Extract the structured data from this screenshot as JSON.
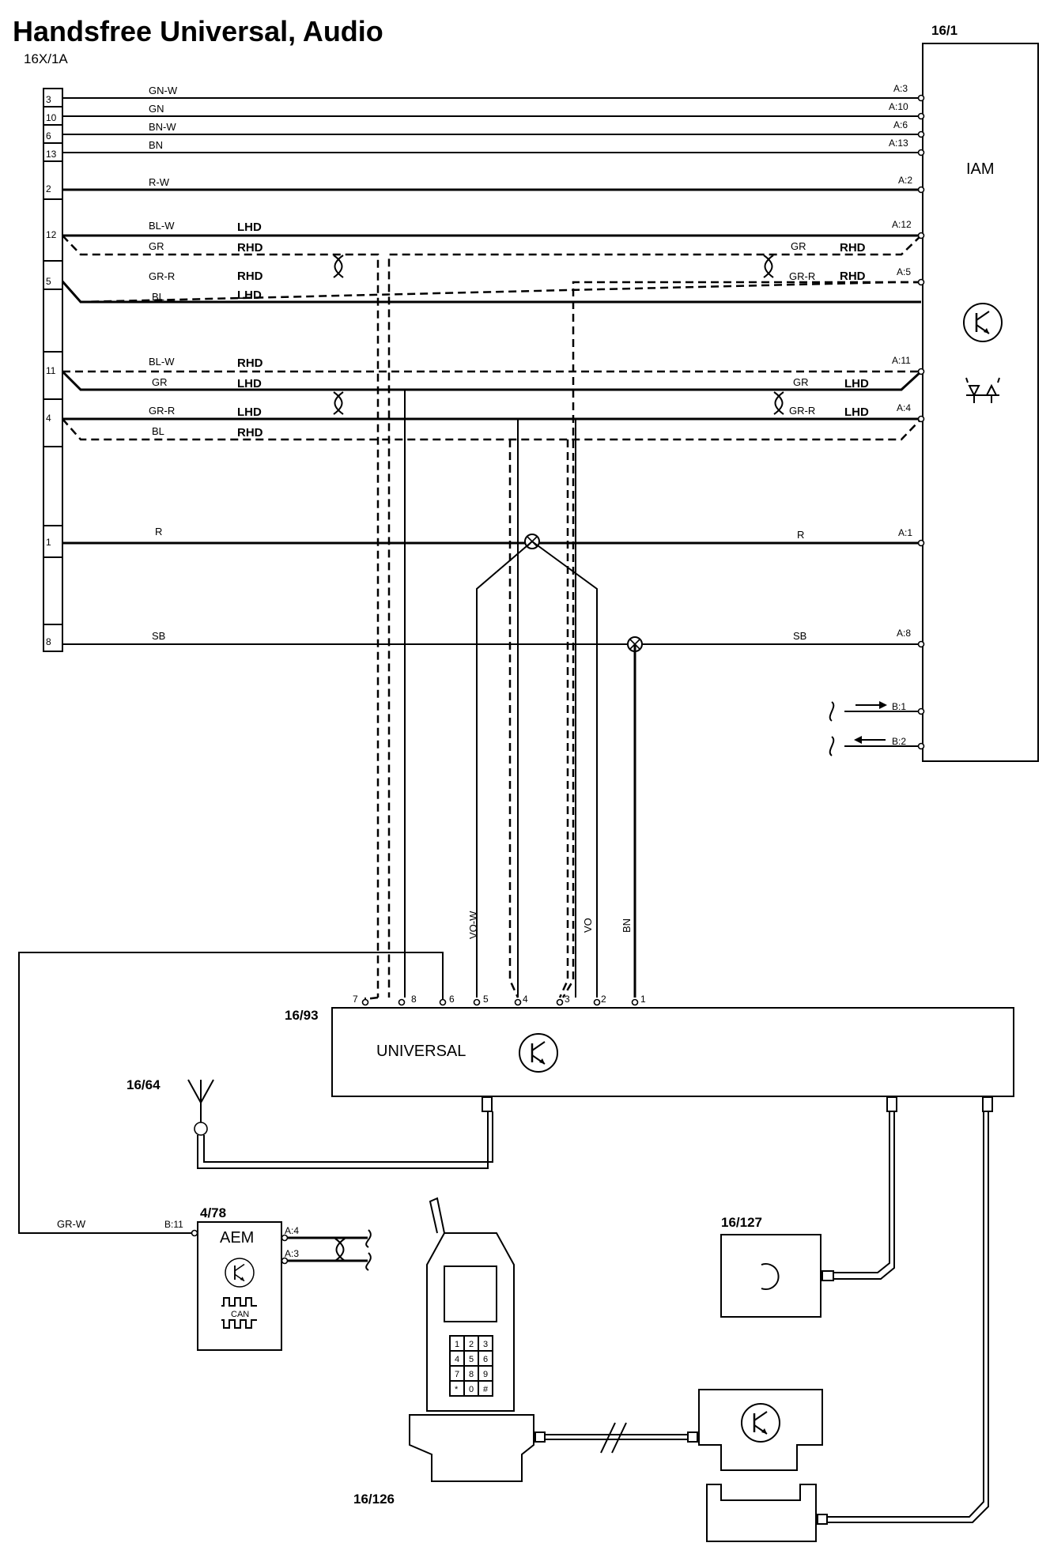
{
  "title": "Handsfree Universal, Audio",
  "connector": {
    "id": "16X/1A",
    "pins": [
      "3",
      "10",
      "6",
      "13",
      "2",
      "12",
      "5",
      "11",
      "4",
      "1",
      "8"
    ]
  },
  "iam": {
    "id": "16/1",
    "label": "IAM"
  },
  "universal": {
    "id": "16/93",
    "label": "UNIVERSAL",
    "pins": [
      "7",
      "8",
      "6",
      "5",
      "4",
      "3",
      "2",
      "1"
    ]
  },
  "aem": {
    "id": "4/78",
    "label": "AEM",
    "bus": "CAN",
    "pin_in": "B:11",
    "pins_out": [
      "A:4",
      "A:3"
    ]
  },
  "antenna": {
    "id": "16/64"
  },
  "microphone": {
    "id": "16/127"
  },
  "phone_cradle": {
    "id": "16/126"
  },
  "phone_keys": [
    "1",
    "2",
    "3",
    "4",
    "5",
    "6",
    "7",
    "8",
    "9",
    "*",
    "0",
    "#"
  ],
  "harness": {
    "top_wires": [
      {
        "color": "GN-W",
        "from_pin": "3",
        "to_pin": "A:3"
      },
      {
        "color": "GN",
        "from_pin": "10",
        "to_pin": "A:10"
      },
      {
        "color": "BN-W",
        "from_pin": "6",
        "to_pin": "A:6"
      },
      {
        "color": "BN",
        "from_pin": "13",
        "to_pin": "A:13"
      },
      {
        "color": "R-W",
        "from_pin": "2",
        "to_pin": "A:2"
      }
    ],
    "pair_a": {
      "pins": [
        "12",
        "5"
      ],
      "iam_pins": [
        "A:12",
        "A:5"
      ],
      "rows": [
        {
          "color": "BL-W",
          "variant": "LHD"
        },
        {
          "color": "GR",
          "variant": "RHD"
        },
        {
          "color": "GR-R",
          "variant": "RHD"
        },
        {
          "color": "BL",
          "variant": "LHD"
        }
      ],
      "right_labels": [
        {
          "color": "GR",
          "variant": "RHD"
        },
        {
          "color": "GR-R",
          "variant": "RHD"
        }
      ]
    },
    "pair_b": {
      "pins": [
        "11",
        "4"
      ],
      "iam_pins": [
        "A:11",
        "A:4"
      ],
      "rows": [
        {
          "color": "BL-W",
          "variant": "RHD"
        },
        {
          "color": "GR",
          "variant": "LHD"
        },
        {
          "color": "GR-R",
          "variant": "LHD"
        },
        {
          "color": "BL",
          "variant": "RHD"
        }
      ],
      "right_labels": [
        {
          "color": "GR",
          "variant": "LHD"
        },
        {
          "color": "GR-R",
          "variant": "LHD"
        }
      ]
    },
    "power": {
      "color": "R",
      "from_pin": "1",
      "to_pin": "A:1"
    },
    "ground": {
      "color": "SB",
      "from_pin": "8",
      "to_pin": "A:8"
    },
    "iam_b_pins": [
      "B:1",
      "B:2"
    ],
    "vertical_wires": [
      "VO-W",
      "VO",
      "BN"
    ],
    "aem_wire": "GR-W"
  }
}
